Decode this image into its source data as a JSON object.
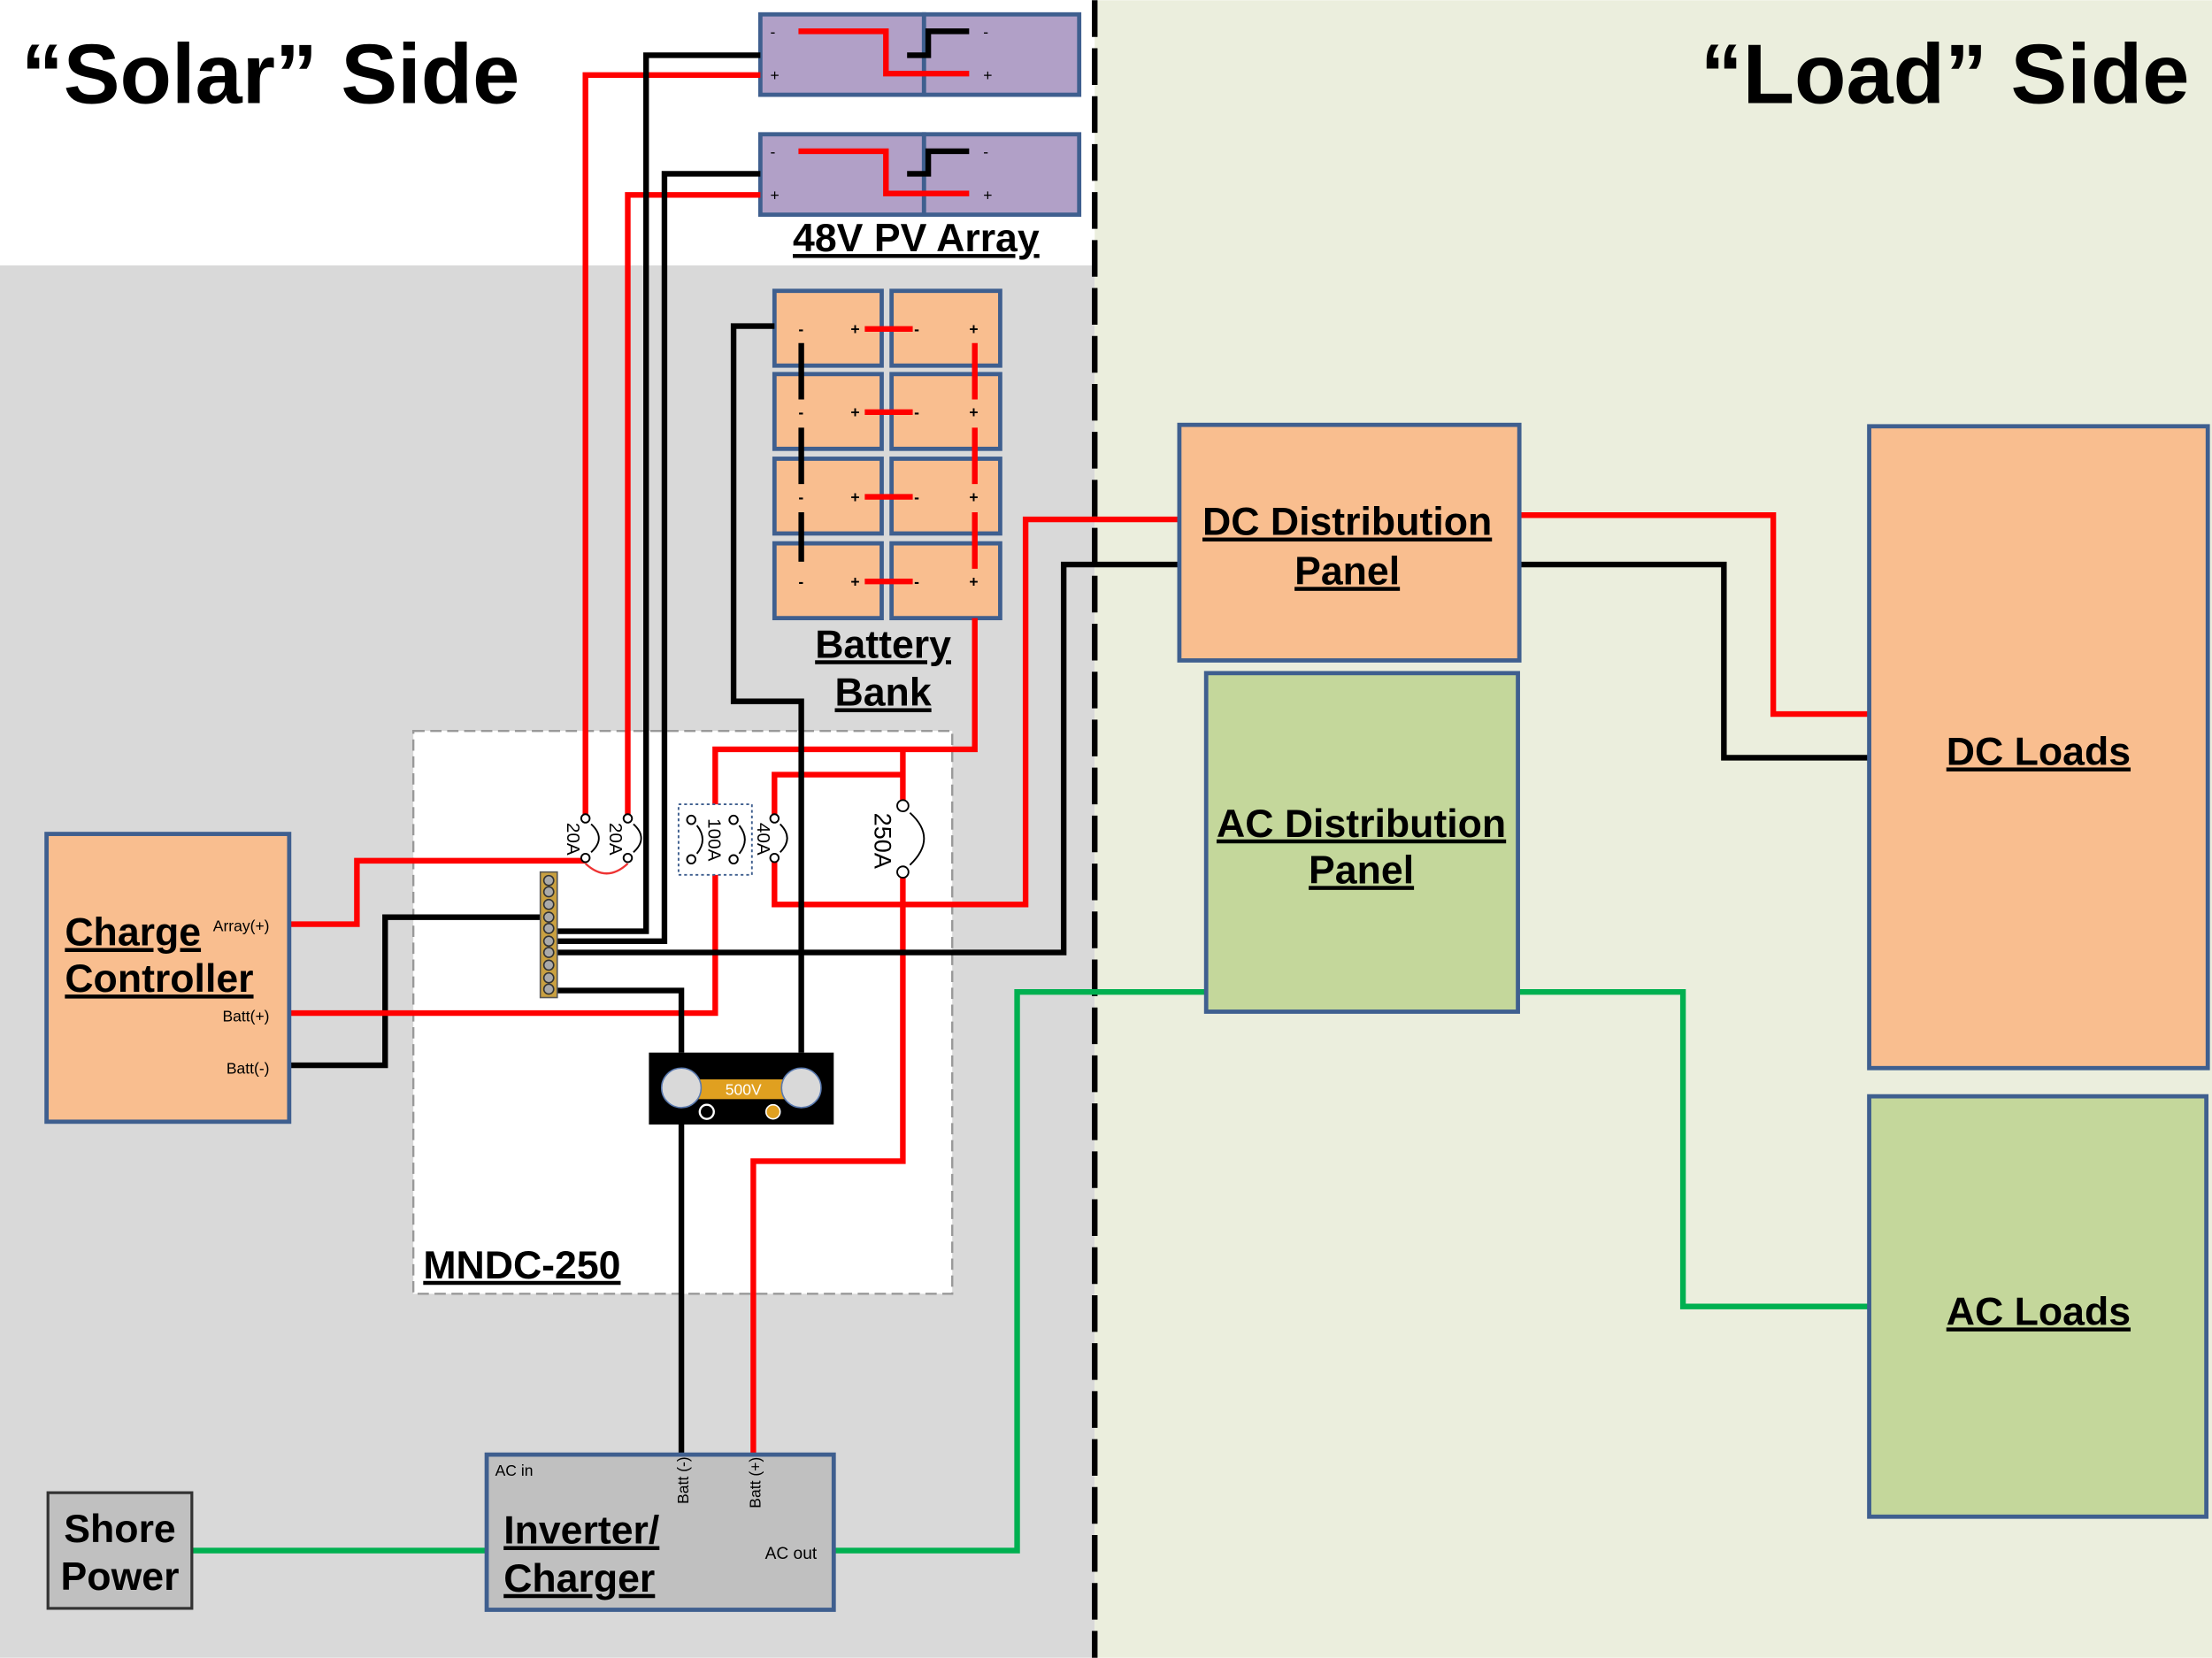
{
  "titles": {
    "solar": "“Solar” Side",
    "load": "“Load” Side"
  },
  "pv_array": {
    "label": "48V PV Array",
    "minus": "-",
    "plus": "+"
  },
  "battery_bank": {
    "label_line1": "Battery",
    "label_line2": "Bank",
    "minus": "-",
    "plus": "+"
  },
  "mndc": {
    "label": "MNDC-250",
    "fuses": [
      "20A",
      "20A",
      "100A",
      "40A",
      "250A"
    ],
    "shunt": "500V"
  },
  "charge_controller": {
    "title_line1": "Charge",
    "title_line2": "Controller",
    "array_plus": "Array(+)",
    "batt_plus": "Batt(+)",
    "batt_minus": "Batt(-)"
  },
  "inverter": {
    "title_line1": "Inverter/",
    "title_line2": "Charger",
    "ac_in": "AC in",
    "ac_out": "AC out",
    "batt_minus": "Batt (-)",
    "batt_plus": "Batt (+)"
  },
  "shore_power": {
    "line1": "Shore",
    "line2": "Power"
  },
  "dc_distribution": {
    "line1": "DC Distribution",
    "line2": "Panel"
  },
  "ac_distribution": {
    "line1": "AC Distribution",
    "line2": "Panel"
  },
  "dc_loads": "DC Loads",
  "ac_loads": "AC Loads",
  "colors": {
    "positive_wire": "#ff0000",
    "negative_wire": "#000000",
    "ac_wire": "#00b050",
    "dc_box": "#f9be8f",
    "ac_box": "#c4d79b",
    "pv": "#b1a0c7",
    "solar_bg": "#d9d9d9",
    "load_bg": "#ebeedd"
  }
}
